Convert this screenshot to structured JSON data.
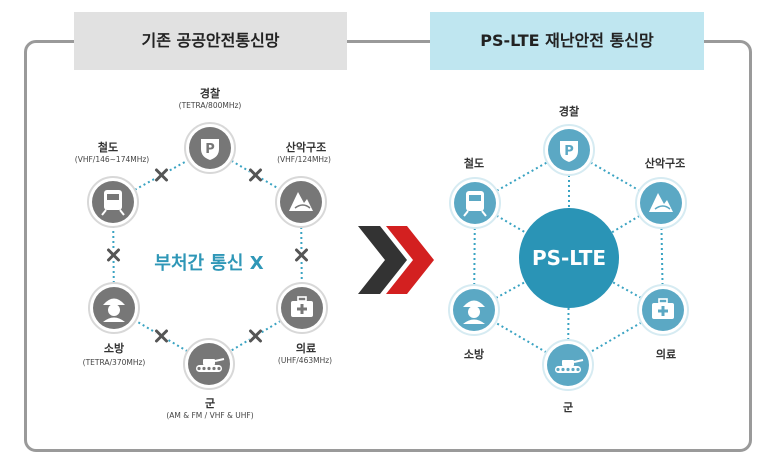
{
  "left_tab": {
    "title": "기존 공공안전통신망"
  },
  "right_tab": {
    "title": "PS-LTE 재난안전 통신망"
  },
  "left": {
    "center_label": "부처간 통신 X",
    "nodes": [
      {
        "id": "police",
        "label": "경찰",
        "sub": "(TETRA/800MHz)",
        "icon": "police-badge-icon"
      },
      {
        "id": "mountain",
        "label": "산악구조",
        "sub": "(VHF/124MHz)",
        "icon": "mountain-icon"
      },
      {
        "id": "medical",
        "label": "의료",
        "sub": "(UHF/463MHz)",
        "icon": "medical-kit-icon"
      },
      {
        "id": "army",
        "label": "군",
        "sub": "(AM & FM / VHF & UHF)",
        "icon": "tank-icon"
      },
      {
        "id": "fire",
        "label": "소방",
        "sub": "(TETRA/370MHz)",
        "icon": "firefighter-icon"
      },
      {
        "id": "rail",
        "label": "철도",
        "sub": "(VHF/146~174MHz)",
        "icon": "train-icon"
      }
    ]
  },
  "right": {
    "hub_label": "PS-LTE",
    "nodes": [
      {
        "id": "police",
        "label": "경찰",
        "icon": "police-badge-icon"
      },
      {
        "id": "mountain",
        "label": "산악구조",
        "icon": "mountain-icon"
      },
      {
        "id": "medical",
        "label": "의료",
        "icon": "medical-kit-icon"
      },
      {
        "id": "army",
        "label": "군",
        "icon": "tank-icon"
      },
      {
        "id": "fire",
        "label": "소방",
        "icon": "firefighter-icon"
      },
      {
        "id": "rail",
        "label": "철도",
        "icon": "train-icon"
      }
    ]
  },
  "colors": {
    "left_node": "#777777",
    "right_node": "#5ba8c4",
    "hub": "#2a94b6",
    "dotted": "#3aa3c2",
    "cross": "#555555",
    "arrow_dark": "#333333",
    "arrow_red": "#d32020"
  }
}
